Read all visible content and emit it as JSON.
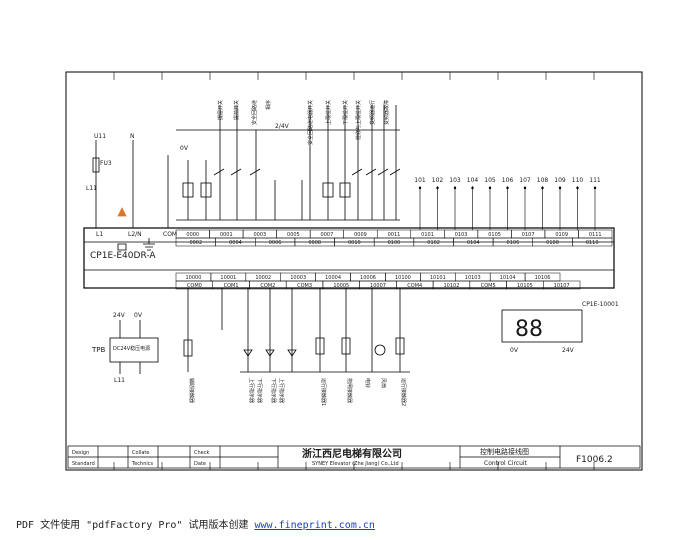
{
  "plc": {
    "model": "CP1E-E40DR-A",
    "power_labels": [
      "L1",
      "L2/N",
      "COM"
    ],
    "top_terminals_upper": [
      "0000",
      "0002",
      "0004",
      "0006",
      "0008",
      "0010",
      "0001",
      "0003",
      "0005",
      "0007",
      "0009",
      "0011"
    ],
    "input_row_a": [
      "0000",
      "0001",
      "0003",
      "0005",
      "0007",
      "0009",
      "0011",
      "0101",
      "0103",
      "0105",
      "0107",
      "0109",
      "0111"
    ],
    "input_row_b": [
      "0002",
      "0004",
      "0006",
      "0008",
      "0010",
      "0100",
      "0102",
      "0104",
      "0106",
      "0108",
      "0110"
    ],
    "output_row_a": [
      "10000",
      "10001",
      "10002",
      "10003",
      "10004",
      "10006",
      "10100",
      "10101",
      "10103",
      "10104",
      "10106"
    ],
    "output_row_b": [
      "COM0",
      "COM1",
      "COM2",
      "COM3",
      "10005",
      "10007",
      "COM4",
      "10102",
      "COM5",
      "10105",
      "10107"
    ]
  },
  "top_wire_numbers": [
    "101",
    "102",
    "103",
    "104",
    "105",
    "106",
    "107",
    "108",
    "109",
    "110",
    "111"
  ],
  "input_device_labels": [
    "提层开关",
    "提前开关",
    "安全回路继",
    "相序",
    "安全回路继电器开关",
    "上限位开关",
    "下限位开关",
    "检修与上限位开关",
    "变频器运行",
    "变频器故障"
  ],
  "misc_labels": {
    "u11": "U11",
    "n": "N",
    "fu3": "FU3",
    "l11": "L11",
    "zero_v": "0V",
    "two_four_v": "24V",
    "two_four_v_bus": "2/4V",
    "tpb": "TPB",
    "dc_supply": "DC24V稳压电源",
    "cp1e_block": "CP1E-10001",
    "digits": "88"
  },
  "output_device_labels": [
    "辅助接触器",
    "上行指示器",
    "下行指示器",
    "下行指示器",
    "上行指示器",
    "运行接触器1",
    "抱闸接触器",
    "电铃",
    "风扇",
    "运行接触器2"
  ],
  "title_block": {
    "design": "Design",
    "collate": "Collate",
    "check": "Check",
    "standard": "Standard",
    "technics": "Technics",
    "date": "Date",
    "company_cn": "浙江西尼电梯有限公司",
    "company_en": "SYNEY Elevator (Zhe Jiang) Co.,Ltd",
    "drawing_cn": "控制电路接线图",
    "drawing_en": "Control Circuit",
    "drawing_no": "F1006.2"
  },
  "footer": {
    "text": "PDF 文件使用 \"pdfFactory Pro\" 试用版本创建 ",
    "link": "www.fineprint.com.cn"
  }
}
